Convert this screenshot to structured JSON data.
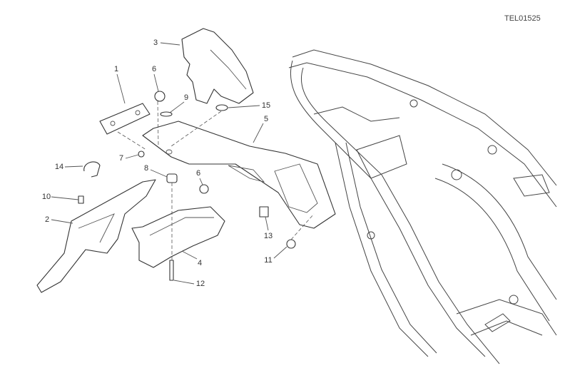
{
  "drawing_code": "TEL01525",
  "callouts": [
    {
      "id": "callout-3",
      "text": "3"
    },
    {
      "id": "callout-1",
      "text": "1"
    },
    {
      "id": "callout-6a",
      "text": "6"
    },
    {
      "id": "callout-9",
      "text": "9"
    },
    {
      "id": "callout-15",
      "text": "15"
    },
    {
      "id": "callout-5",
      "text": "5"
    },
    {
      "id": "callout-7",
      "text": "7"
    },
    {
      "id": "callout-14",
      "text": "14"
    },
    {
      "id": "callout-8",
      "text": "8"
    },
    {
      "id": "callout-6b",
      "text": "6"
    },
    {
      "id": "callout-10",
      "text": "10"
    },
    {
      "id": "callout-2",
      "text": "2"
    },
    {
      "id": "callout-13",
      "text": "13"
    },
    {
      "id": "callout-4",
      "text": "4"
    },
    {
      "id": "callout-11",
      "text": "11"
    },
    {
      "id": "callout-12",
      "text": "12"
    }
  ]
}
